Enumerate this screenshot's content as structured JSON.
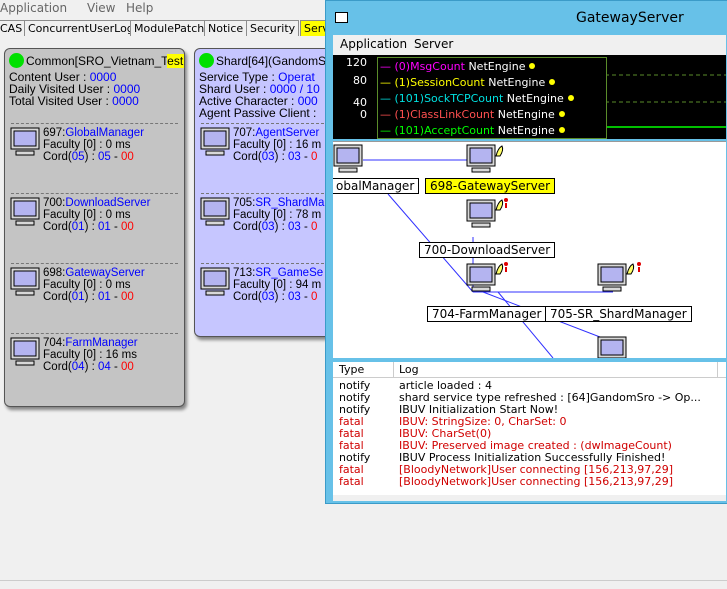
{
  "main_menu": [
    "Application",
    "View",
    "Help"
  ],
  "tabs": [
    {
      "label": "CAS",
      "active": false
    },
    {
      "label": "ConcurrentUserLog",
      "active": false
    },
    {
      "label": "ModulePatch",
      "active": false
    },
    {
      "label": "Notice",
      "active": false
    },
    {
      "label": "Security",
      "active": false
    },
    {
      "label": "Serv",
      "active": true
    }
  ],
  "common_panel": {
    "header_prefix": "Common[SRO_Vietnam_T",
    "header_hl": "estLocal",
    "stats": [
      {
        "label": "Content User : ",
        "value": "0000"
      },
      {
        "label": "Daily Visited User : ",
        "value": "0000"
      },
      {
        "label": "Total Visited User : ",
        "value": "0000"
      }
    ],
    "servers": [
      {
        "id": "697:",
        "name": "GlobalManager",
        "faculty": "Faculty [0] : 0 ms",
        "cord_label": "Cord(",
        "cord_a": "05",
        "cord_b": ") : ",
        "cord_c": "05",
        "cord_dash": " - ",
        "cord_d": "00"
      },
      {
        "id": "700:",
        "name": "DownloadServer",
        "faculty": "Faculty [0] : 0 ms",
        "cord_label": "Cord(",
        "cord_a": "01",
        "cord_b": ") : ",
        "cord_c": "01",
        "cord_dash": " - ",
        "cord_d": "00"
      },
      {
        "id": "698:",
        "name": "GatewayServer",
        "faculty": "Faculty [0] : 0 ms",
        "cord_label": "Cord(",
        "cord_a": "01",
        "cord_b": ") : ",
        "cord_c": "01",
        "cord_dash": " - ",
        "cord_d": "00"
      },
      {
        "id": "704:",
        "name": "FarmManager",
        "faculty": "Faculty [0] : 16 ms",
        "cord_label": "Cord(",
        "cord_a": "04",
        "cord_b": ") : ",
        "cord_c": "04",
        "cord_dash": " - ",
        "cord_d": "00"
      }
    ]
  },
  "shard_panel": {
    "header": "Shard[64](GandomS",
    "stats": [
      {
        "label": "Service Type : ",
        "value": "Operat"
      },
      {
        "label": "Shard User : ",
        "value": "0000 / 10"
      },
      {
        "label": "Active Character : ",
        "value": "000"
      },
      {
        "label": "Agent Passive Client : ",
        "value": ""
      }
    ],
    "servers": [
      {
        "id": "707:",
        "name": "AgentServer",
        "faculty": "Faculty [0] : 16 m",
        "cord_label": "Cord(",
        "cord_a": "03",
        "cord_b": ") : ",
        "cord_c": "03",
        "cord_dash": " - ",
        "cord_d": "0"
      },
      {
        "id": "705:",
        "name": "SR_ShardMa",
        "faculty": "Faculty [0] : 78 m",
        "cord_label": "Cord(",
        "cord_a": "03",
        "cord_b": ") : ",
        "cord_c": "03",
        "cord_dash": " - ",
        "cord_d": "0"
      },
      {
        "id": "713:",
        "name": "SR_GameSe",
        "faculty": "Faculty [0] : 94 m",
        "cord_label": "Cord(",
        "cord_a": "03",
        "cord_b": ") : ",
        "cord_c": "03",
        "cord_dash": " - ",
        "cord_d": "0"
      }
    ]
  },
  "gateway_window": {
    "title": "GatewayServer",
    "menu": [
      "Application",
      "Server"
    ],
    "graph": {
      "y_labels": [
        "120",
        "80",
        "40",
        "0"
      ],
      "counters": [
        {
          "name": "(0)MsgCount",
          "engine": "NetEngine",
          "color": "#ff00ff"
        },
        {
          "name": "(1)SessionCount",
          "engine": "NetEngine",
          "color": "#ffff00"
        },
        {
          "name": "(101)SockTCPCount",
          "engine": "NetEngine",
          "color": "#00e0e0"
        },
        {
          "name": "(1)ClassLinkCount",
          "engine": "NetEngine",
          "color": "#ff5050"
        },
        {
          "name": "(101)AcceptCount",
          "engine": "NetEngine",
          "color": "#00ff00"
        }
      ]
    },
    "nodes": [
      {
        "label": "obalManager",
        "selected": false
      },
      {
        "label": "698-GatewayServer",
        "selected": true
      },
      {
        "label": "700-DownloadServer",
        "selected": false
      },
      {
        "label": "704-FarmManager",
        "selected": false
      },
      {
        "label": "705-SR_ShardManager",
        "selected": false
      }
    ],
    "log": {
      "columns": [
        "Type",
        "Log"
      ],
      "rows": [
        {
          "type": "notify",
          "msg": "article loaded : 4"
        },
        {
          "type": "notify",
          "msg": "shard service type refreshed : [64]GandomSro -> Op..."
        },
        {
          "type": "notify",
          "msg": "IBUV Initialization Start Now!"
        },
        {
          "type": "fatal",
          "msg": "IBUV: StringSize: 0, CharSet: 0"
        },
        {
          "type": "fatal",
          "msg": "IBUV: CharSet(0)"
        },
        {
          "type": "fatal",
          "msg": "IBUV: Preserved image created : (dwImageCount)"
        },
        {
          "type": "notify",
          "msg": "IBUV Process Initialization Successfully Finished!"
        },
        {
          "type": "fatal",
          "msg": "[BloodyNetwork]User connecting [156,213,97,29]"
        },
        {
          "type": "fatal",
          "msg": "[BloodyNetwork]User connecting [156,213,97,29]"
        }
      ]
    }
  }
}
